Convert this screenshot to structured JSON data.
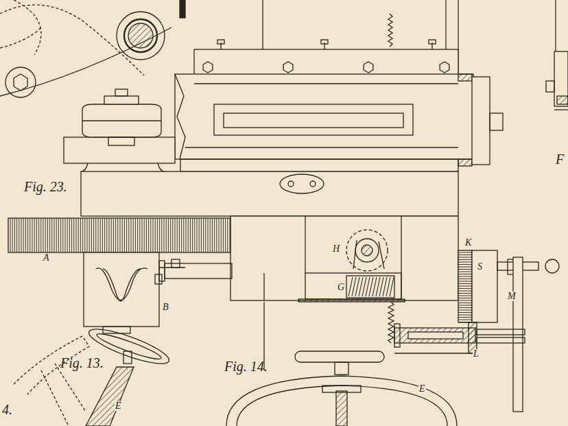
{
  "diagram": {
    "labels": [
      "Fig. 23.",
      "A",
      "B",
      "H",
      "G",
      "K",
      "S",
      "M",
      "L",
      "Fig. 13.",
      "E",
      "Fig. 14.",
      "E",
      "F",
      "4."
    ]
  }
}
